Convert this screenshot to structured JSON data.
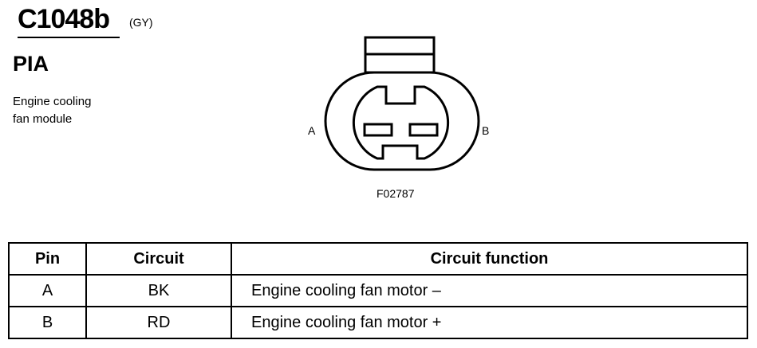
{
  "connector": {
    "code": "C1048b",
    "color": "(GY)",
    "abbreviation": "PIA",
    "description_lines": [
      "Engine cooling",
      "fan module"
    ]
  },
  "diagram": {
    "pin_a_label": "A",
    "pin_b_label": "B",
    "figure_id": "F02787"
  },
  "table": {
    "headers": [
      "Pin",
      "Circuit",
      "Circuit function"
    ],
    "rows": [
      {
        "pin": "A",
        "circuit": "BK",
        "function": "Engine cooling fan motor –"
      },
      {
        "pin": "B",
        "circuit": "RD",
        "function": "Engine cooling fan motor +"
      }
    ]
  }
}
